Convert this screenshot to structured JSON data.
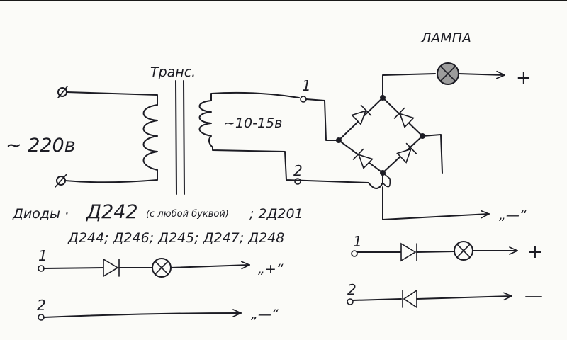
{
  "labels": {
    "mains": "~ 220в",
    "transformer": "Транс.",
    "secondary_voltage": "~10-15в",
    "lamp": "ЛАМПА",
    "terminal_1": "1",
    "terminal_2": "2",
    "plus": "+",
    "minus": "„—“",
    "plus_quoted": "„+“",
    "plus_sign": "+",
    "minus_sign": "—"
  },
  "diodes_note": {
    "line1_prefix": "Диоды ·",
    "line1_main": "Д242",
    "line1_paren": "(с любой буквой)",
    "line1_suffix": "; 2Д201",
    "line2": "Д244; Д246; Д245; Д247; Д248"
  },
  "colors": {
    "ink": "#1c1c24",
    "paper": "#fbfbf8",
    "lamp_fill": "#9c9c9c"
  }
}
